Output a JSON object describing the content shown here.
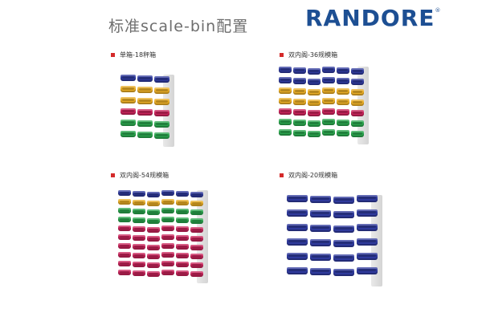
{
  "header": {
    "title": "标准scale-bin配置",
    "logo_text": "RANDORE",
    "logo_reg": "®"
  },
  "colors": {
    "blue": "#2f3a9c",
    "yellow": "#e9ad26",
    "red": "#c8235a",
    "green": "#2aa44d",
    "bullet": "#d42a2a",
    "brand": "#1d4f93"
  },
  "configs": [
    {
      "label": "单箱-18秤箱"
    },
    {
      "label": "双内阁-36规模箱"
    },
    {
      "label": "双内阁-54规模箱"
    },
    {
      "label": "双内阁-20规模箱"
    }
  ]
}
